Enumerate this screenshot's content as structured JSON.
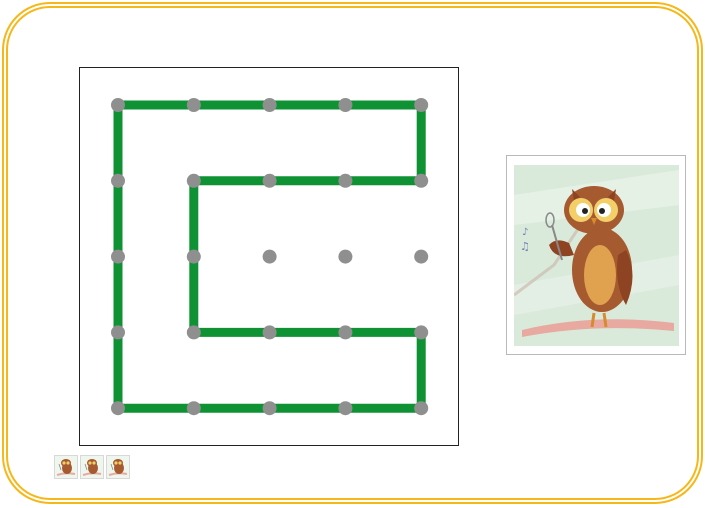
{
  "colors": {
    "frame": "#f6b719",
    "peg": "#8f8f8f",
    "band": "#0f9234",
    "board_border": "#222222"
  },
  "geoboard": {
    "rows": 5,
    "cols": 5,
    "band_path_points": [
      [
        0,
        0
      ],
      [
        4,
        0
      ],
      [
        4,
        1
      ],
      [
        1,
        1
      ],
      [
        1,
        3
      ],
      [
        4,
        3
      ],
      [
        4,
        4
      ],
      [
        0,
        4
      ],
      [
        0,
        0
      ]
    ]
  },
  "owl_card": {
    "icon": "owl-drawing-icon"
  },
  "lives": {
    "count": 3,
    "icon": "owl-thumbnail-icon"
  }
}
